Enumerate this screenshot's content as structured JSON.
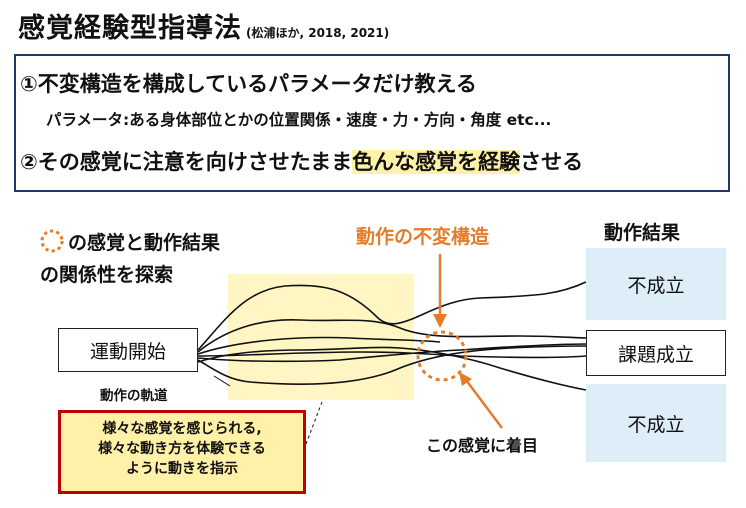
{
  "title": "感覚経験型指導法",
  "title_ref": "(松浦ほか, 2018, 2021)",
  "principle1": "①不変構造を構成しているパラメータだけ教える",
  "principle1_sub": "パラメータ:ある身体部位とかの位置関係・速度・力・方向・角度 etc...",
  "principle2": {
    "before": "②その感覚に注意を向けさせたまま",
    "highlight": "色んな感覚を経験",
    "after": "させる"
  },
  "explore_label_line1": "の感覚と動作結果",
  "explore_label_line2": "の関係性を探索",
  "invariant_label": "動作の不変構造",
  "result_header": "動作結果",
  "start_box": "運動開始",
  "results": {
    "top": "不成立",
    "middle": "課題成立",
    "bottom": "不成立"
  },
  "trajectory_label": "動作の軌道",
  "instruction_lines": [
    "様々な感覚を感じられる,",
    "様々な動き方を体験できる",
    "ように動きを指示"
  ],
  "focus_label": "この感覚に着目",
  "colors": {
    "accent_orange": "#e57c2a",
    "highlight_yellow": "#fff2a8",
    "result_blue": "#ddeef9",
    "border_navy": "#1f3864",
    "instruction_red": "#c00000"
  }
}
